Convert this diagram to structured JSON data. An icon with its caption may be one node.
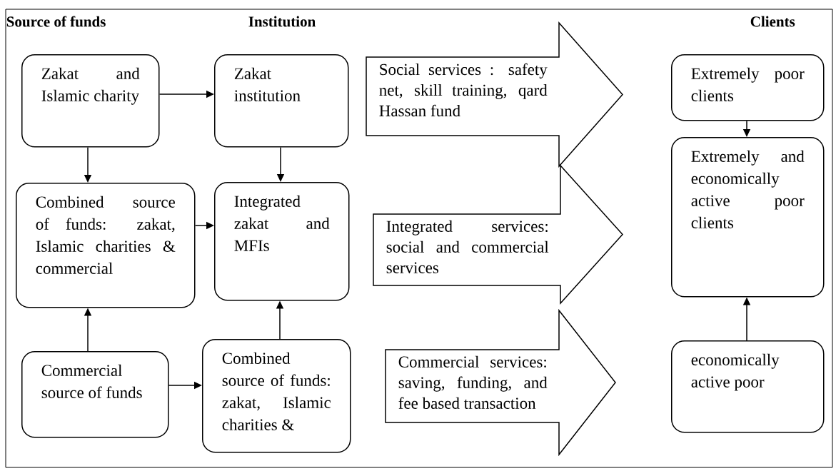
{
  "diagram": {
    "nodes": [
      {
        "text": [
          "Zakat and Islamic charity"
        ]
      },
      {
        "text": [
          "Zakat institution"
        ]
      },
      {
        "text": [
          "Social services : safety net, skill training, qard Hassan fund"
        ]
      },
      {
        "text": [
          "Extremely poor clients"
        ]
      },
      {
        "text": [
          "Combined source of funds: zakat, Islamic charities & commercial"
        ]
      },
      {
        "text": [
          "Integrated zakat and MFIs"
        ]
      },
      {
        "text": [
          "Integrated services: social and commercial services"
        ]
      },
      {
        "text": [
          "Extremely and economically active poor clients"
        ]
      },
      {
        "text": [
          "Commercial source of funds"
        ]
      },
      {
        "text": [
          "Combined source of funds: zakat, Islamic charities &"
        ]
      },
      {
        "text": [
          "Commercial services: saving, funding, and fee based transaction"
        ]
      },
      {
        "text": [
          "economically active poor"
        ]
      }
    ],
    "edges": [
      {
        "from": 0,
        "to": 1,
        "arrow": "to"
      },
      {
        "from": 0,
        "to": 4,
        "arrow": "to"
      },
      {
        "from": 1,
        "to": 5,
        "arrow": "to"
      },
      {
        "from": 4,
        "to": 5,
        "arrow": "to"
      },
      {
        "from": 8,
        "to": 4,
        "arrow": "to"
      },
      {
        "from": 8,
        "to": 9,
        "arrow": "to"
      },
      {
        "from": 9,
        "to": 5,
        "arrow": "to"
      },
      {
        "from": 3,
        "to": 7,
        "arrow": "to"
      },
      {
        "from": 11,
        "to": 7,
        "arrow": "to"
      }
    ],
    "labels": [
      "Source of funds",
      "Institution",
      "Clients"
    ]
  }
}
